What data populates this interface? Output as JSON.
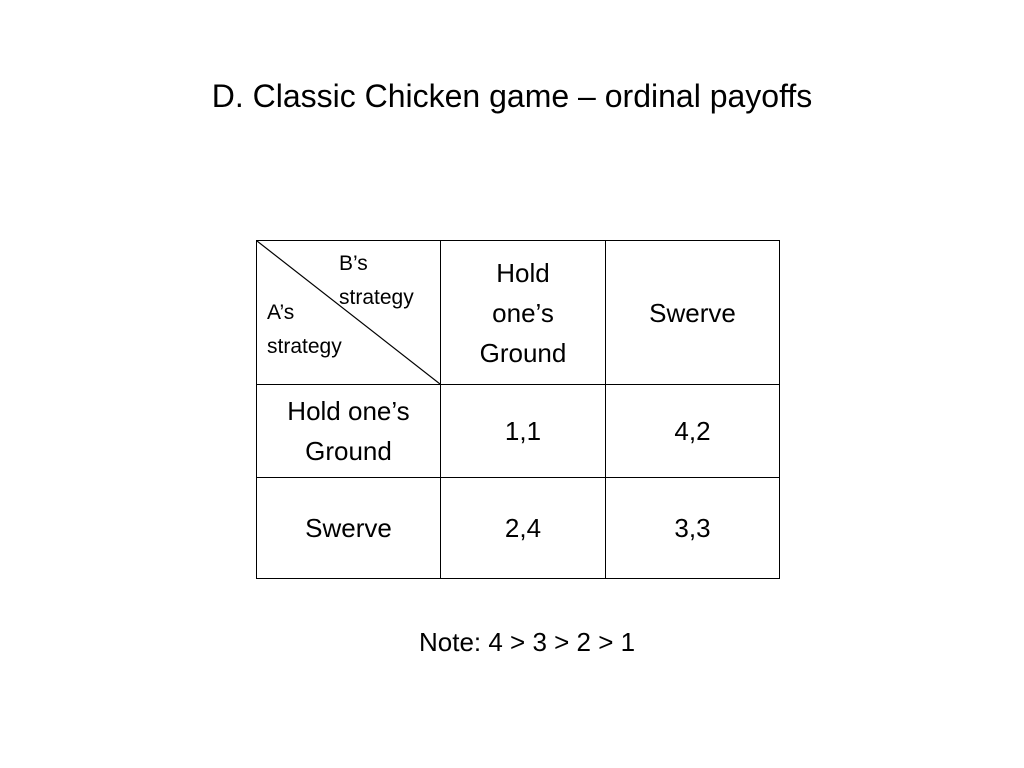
{
  "slide": {
    "title": "D. Classic Chicken game – ordinal payoffs",
    "note": "Note: 4 > 3 > 2 > 1"
  },
  "table": {
    "corner": {
      "column_player_label_line1": "B’s",
      "column_player_label_line2": "strategy",
      "row_player_label_line1": "A’s",
      "row_player_label_line2": "strategy"
    },
    "column_headers": [
      {
        "lines": [
          "Hold",
          "one’s",
          "Ground"
        ]
      },
      {
        "lines": [
          "Swerve"
        ]
      }
    ],
    "rows": [
      {
        "header_lines": [
          "Hold one’s",
          "Ground"
        ],
        "payoffs": [
          "1,1",
          "4,2"
        ]
      },
      {
        "header_lines": [
          "Swerve"
        ],
        "payoffs": [
          "2,4",
          "3,3"
        ]
      }
    ]
  }
}
